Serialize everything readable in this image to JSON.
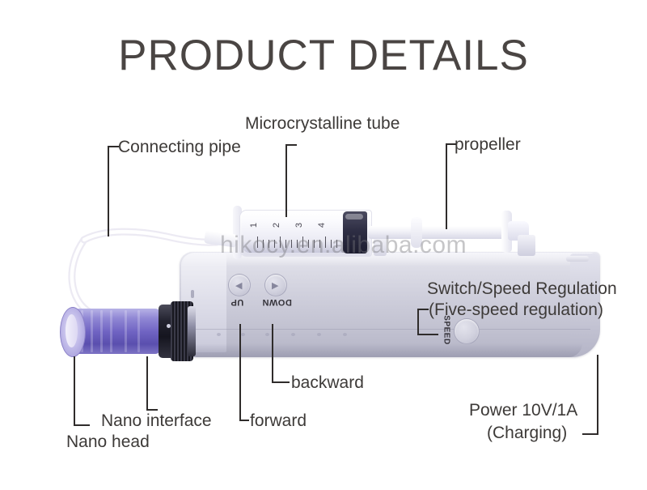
{
  "page": {
    "title": "PRODUCT DETAILS",
    "background_color": "#ffffff",
    "title_color": "#4a4543",
    "label_color": "#3d3a38",
    "leader_color": "#2f2c2b"
  },
  "watermark": {
    "text": "hikocy.en.alibaba.com"
  },
  "labels": {
    "connecting_pipe": "Connecting pipe",
    "microcrystalline_tube": "Microcrystalline tube",
    "propeller": "propeller",
    "switch_speed_line1": "Switch/Speed Regulation",
    "switch_speed_line2": "(Five-speed regulation)",
    "power_line1": "Power 10V/1A",
    "power_line2": "(Charging)",
    "backward": "backward",
    "forward": "forward",
    "nano_interface": "Nano interface",
    "nano_head": "Nano head"
  },
  "device": {
    "body_color": "#c6c6d2",
    "nano_head_color": "#6f63c2",
    "collar_color": "#1d1d2a",
    "buttons": [
      {
        "caption": "UP",
        "glyph": "◀"
      },
      {
        "caption": "DOWN",
        "glyph": "▶"
      },
      {
        "caption": "SPEED",
        "glyph": ""
      }
    ],
    "syringe": {
      "graduations": [
        "1",
        "2",
        "3",
        "4"
      ]
    }
  }
}
